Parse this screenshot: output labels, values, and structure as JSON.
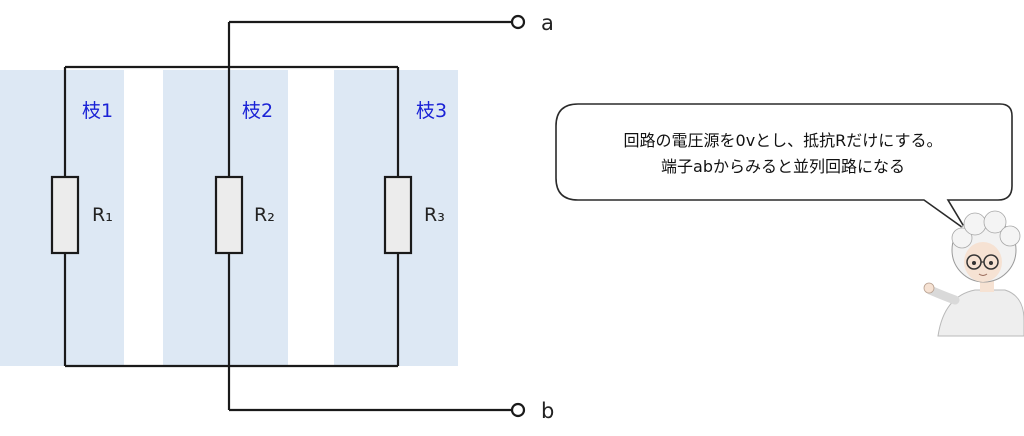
{
  "diagram": {
    "branches": [
      {
        "label": "枝1",
        "resistor": "R₁"
      },
      {
        "label": "枝2",
        "resistor": "R₂"
      },
      {
        "label": "枝3",
        "resistor": "R₃"
      }
    ],
    "terminals": {
      "a": "a",
      "b": "b"
    },
    "colors": {
      "shade": "#dde8f4",
      "branch_label": "#1a22d6",
      "wire": "#1a1a1a"
    }
  },
  "speech_bubble": {
    "line1": "回路の電圧源を0vとし、抵抗Rだけにする。",
    "line2": "端子abからみると並列回路になる"
  },
  "character": {
    "icon": "boy-with-glasses-illustration"
  }
}
